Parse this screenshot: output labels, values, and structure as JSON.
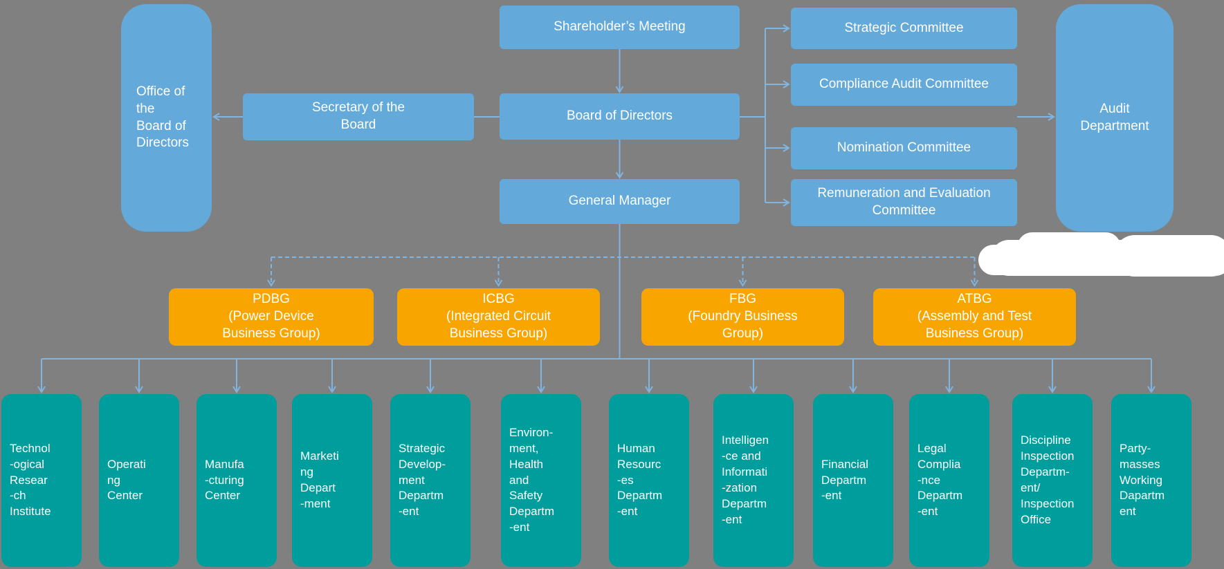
{
  "colors": {
    "background": "#808080",
    "node_blue": "#63A9DA",
    "node_orange": "#F9A500",
    "node_teal": "#009D9D",
    "connector_blue": "#7FB5E0",
    "text": "#FFFFFF",
    "whiteout": "#FFFFFF"
  },
  "nodes": {
    "shareholders_meeting": "Shareholder’s Meeting",
    "board_of_directors": "Board of Directors",
    "general_manager": "General Manager",
    "secretary_of_board": "Secretary of the\nBoard",
    "office_of_board": "Office of\nthe\nBoard of\nDirectors",
    "audit_department": "Audit\nDepartment"
  },
  "committees": [
    "Strategic Committee",
    "Compliance Audit Committee",
    "Nomination Committee",
    "Remuneration and Evaluation\nCommittee"
  ],
  "business_groups": [
    "PDBG\n(Power Device\nBusiness Group)",
    "ICBG\n(Integrated Circuit\nBusiness Group)",
    "FBG\n(Foundry Business\nGroup)",
    "ATBG\n(Assembly and Test\nBusiness Group)"
  ],
  "departments": [
    "Technol\n-ogical\nResear\n-ch\nInstitute",
    "Operati\nng\nCenter",
    "Manufa\n-cturing\nCenter",
    "Marketi\nng\nDepart\n-ment",
    "Strategic\nDevelop-\nment\nDepartm\n-ent",
    "Environ-\nment,\nHealth\nand\nSafety\nDepartm\n-ent",
    "Human\nResourc\n-es\nDepartm\n-ent",
    "Intelligen\n-ce and\nInformati\n-zation\nDepartm\n-ent",
    "Financial\nDepartm\n-ent",
    "Legal\nComplia\n-nce\nDepartm\n-ent",
    "Discipline\nInspection\nDepartm-\nent/\nInspection\nOffice",
    "Party-\nmasses\nWorking\nDapartm\nent"
  ]
}
